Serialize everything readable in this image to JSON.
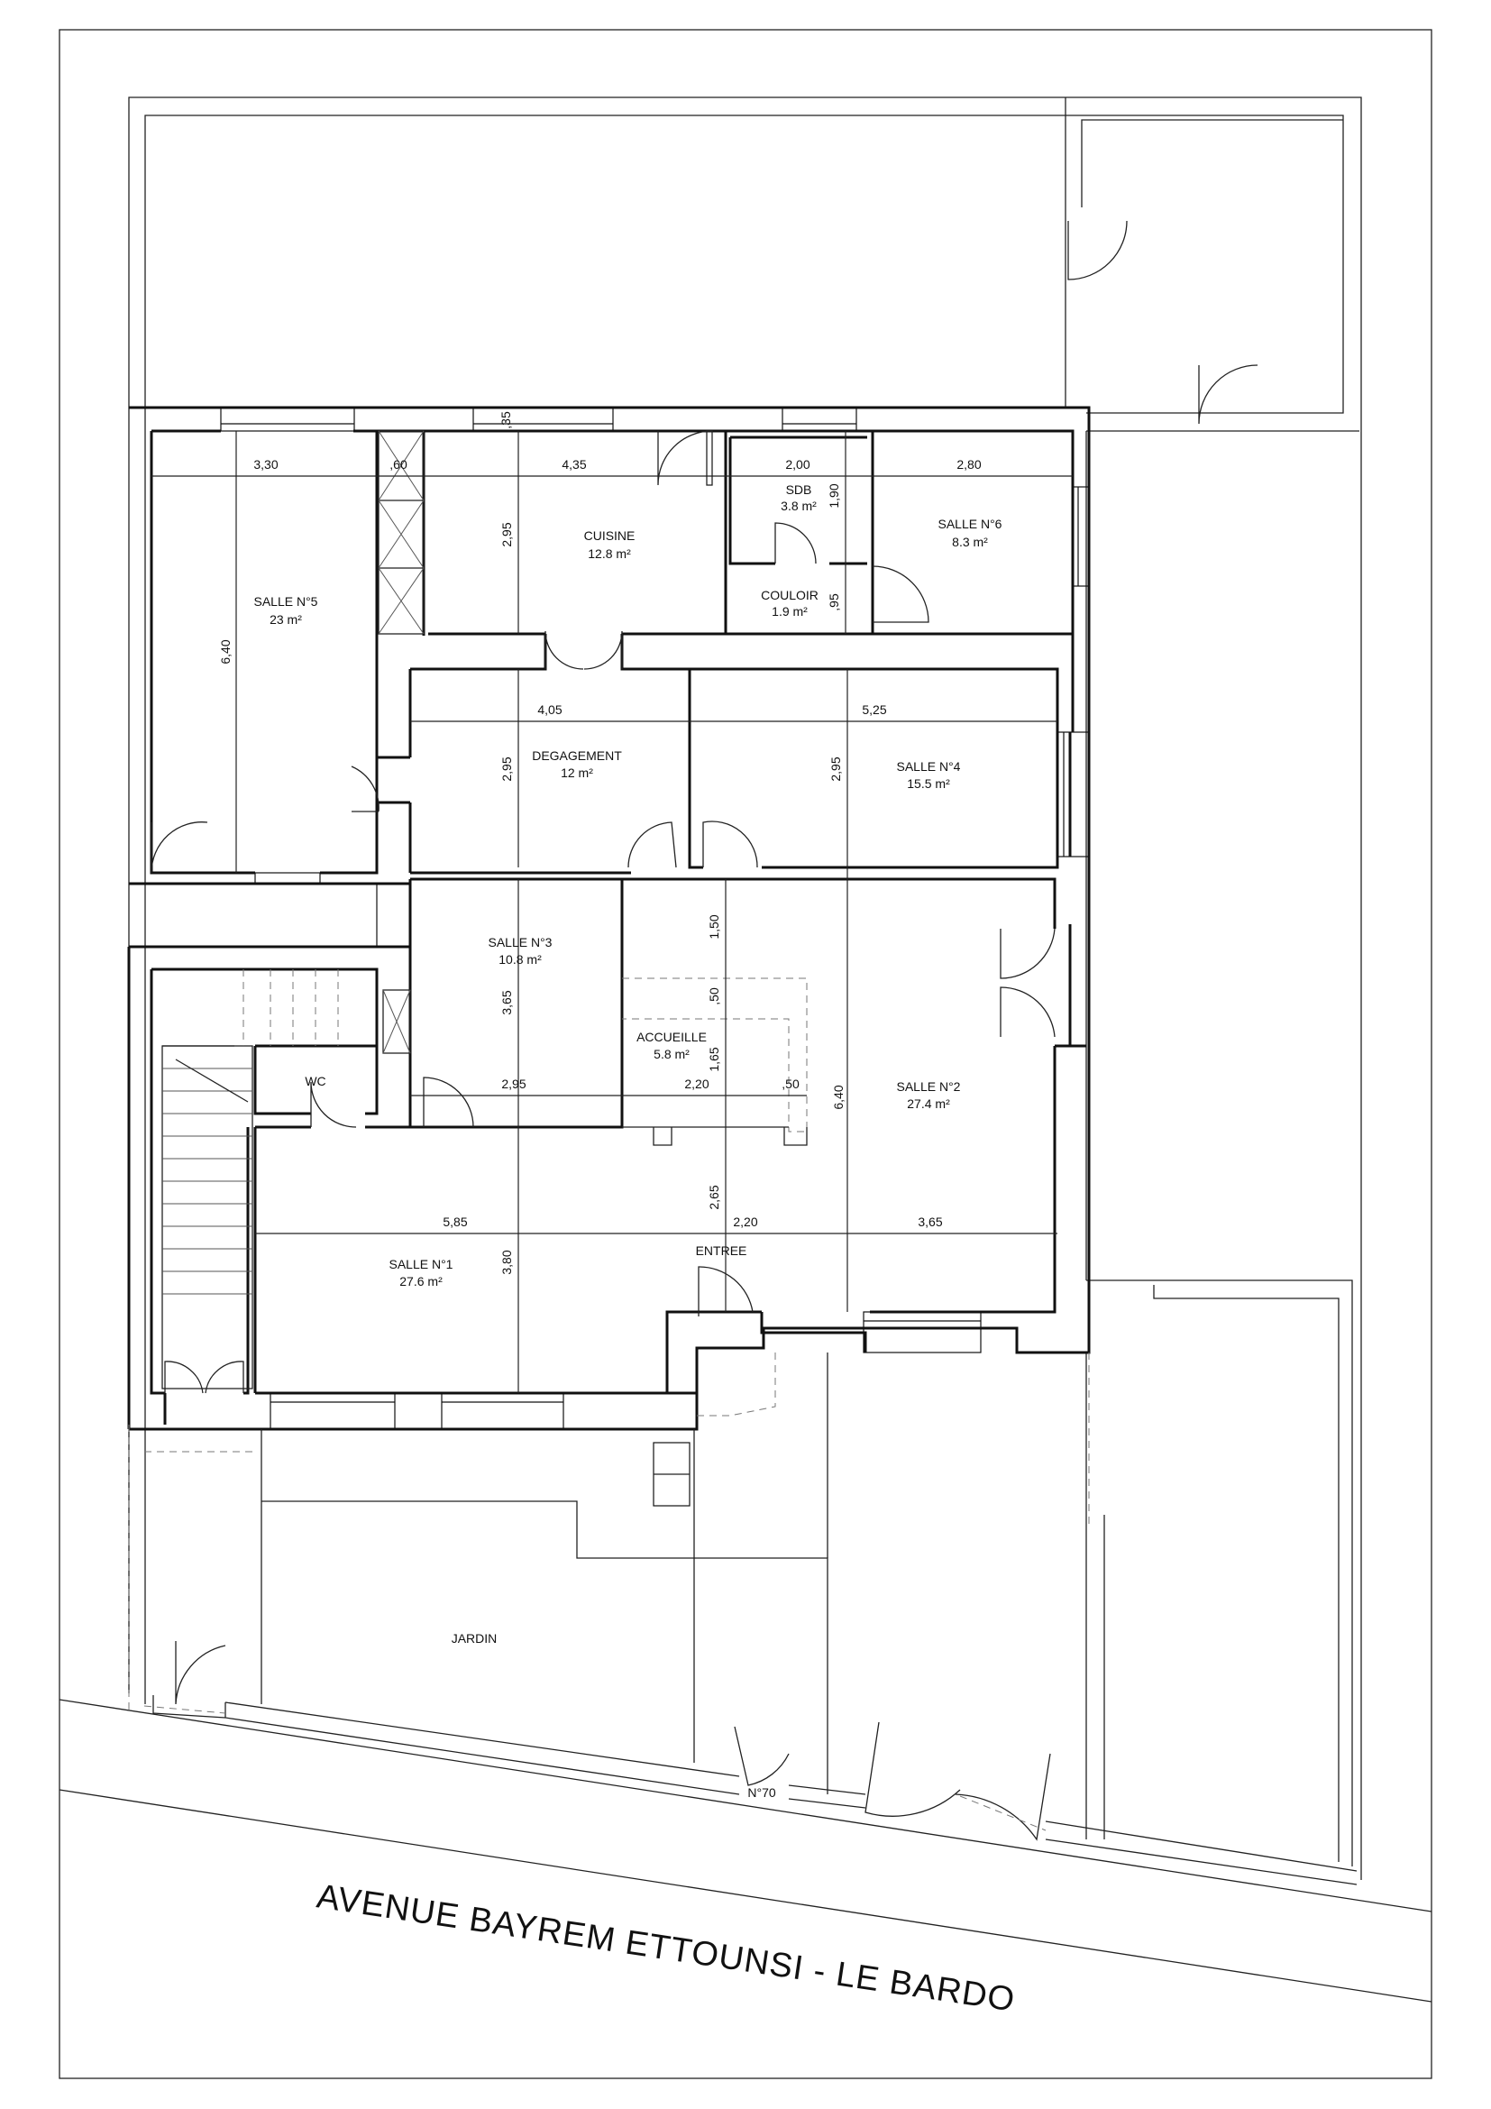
{
  "rooms": {
    "salle5": {
      "name": "SALLE N°5",
      "area": "23 m²"
    },
    "cuisine": {
      "name": "CUISINE",
      "area": "12.8 m²"
    },
    "sdb": {
      "name": "SDB",
      "area": "3.8 m²"
    },
    "salle6": {
      "name": "SALLE N°6",
      "area": "8.3 m²"
    },
    "couloir": {
      "name": "COULOIR",
      "area": "1.9 m²"
    },
    "degagement": {
      "name": "DEGAGEMENT",
      "area": "12 m²"
    },
    "salle4": {
      "name": "SALLE N°4",
      "area": "15.5 m²"
    },
    "salle3": {
      "name": "SALLE N°3",
      "area": "10.8 m²"
    },
    "accueil": {
      "name": "ACCUEILLE",
      "area": "5.8 m²"
    },
    "salle2": {
      "name": "SALLE N°2",
      "area": "27.4 m²"
    },
    "wc": {
      "name": "WC"
    },
    "salle1": {
      "name": "SALLE N°1",
      "area": "27.6 m²"
    },
    "entree": {
      "name": "ENTREE"
    },
    "jardin": {
      "name": "JARDIN"
    }
  },
  "dimensions": {
    "d_330": "3,30",
    "d_060": ",60",
    "d_435": "4,35",
    "d_035": ",35",
    "d_200": "2,00",
    "d_190": "1,90",
    "d_280": "2,80",
    "d_295_cuisine": "2,95",
    "d_095": ",95",
    "d_640_salle5": "6,40",
    "d_405": "4,05",
    "d_525": "5,25",
    "d_295_deg": "2,95",
    "d_295_s4": "2,95",
    "d_150": "1,50",
    "d_050_v": ",50",
    "d_365": "3,65",
    "d_165": "1,65",
    "d_295_h": "2,95",
    "d_220_h": "2,20",
    "d_050_h": ",50",
    "d_640_salle2": "6,40",
    "d_265": "2,65",
    "d_585": "5,85",
    "d_220_b": "2,20",
    "d_365_b": "3,65",
    "d_380": "3,80"
  },
  "street": {
    "number": "N°70",
    "name": "AVENUE BAYREM ETTOUNSI - LE BARDO"
  }
}
